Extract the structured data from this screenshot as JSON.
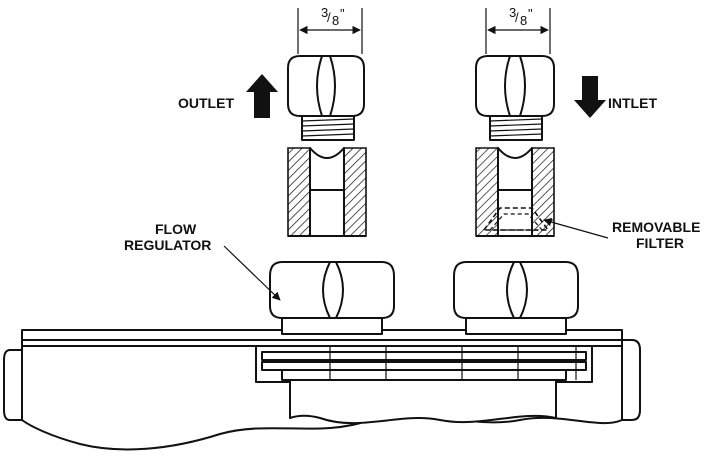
{
  "labels": {
    "outlet": "OUTLET",
    "inlet": "INTLET",
    "flow_regulator_line1": "FLOW",
    "flow_regulator_line2": "REGULATOR",
    "removable_filter_line1": "REMOVABLE",
    "removable_filter_line2": "FILTER"
  },
  "dimensions": {
    "left_whole": "3",
    "left_fraction": "8",
    "left_inch": "\"",
    "right_whole": "3",
    "right_fraction": "8",
    "right_inch": "\""
  },
  "icons": {
    "outlet_arrow": "arrow-up-icon",
    "inlet_arrow": "arrow-down-icon"
  },
  "colors": {
    "line": "#111111",
    "background": "#ffffff"
  }
}
